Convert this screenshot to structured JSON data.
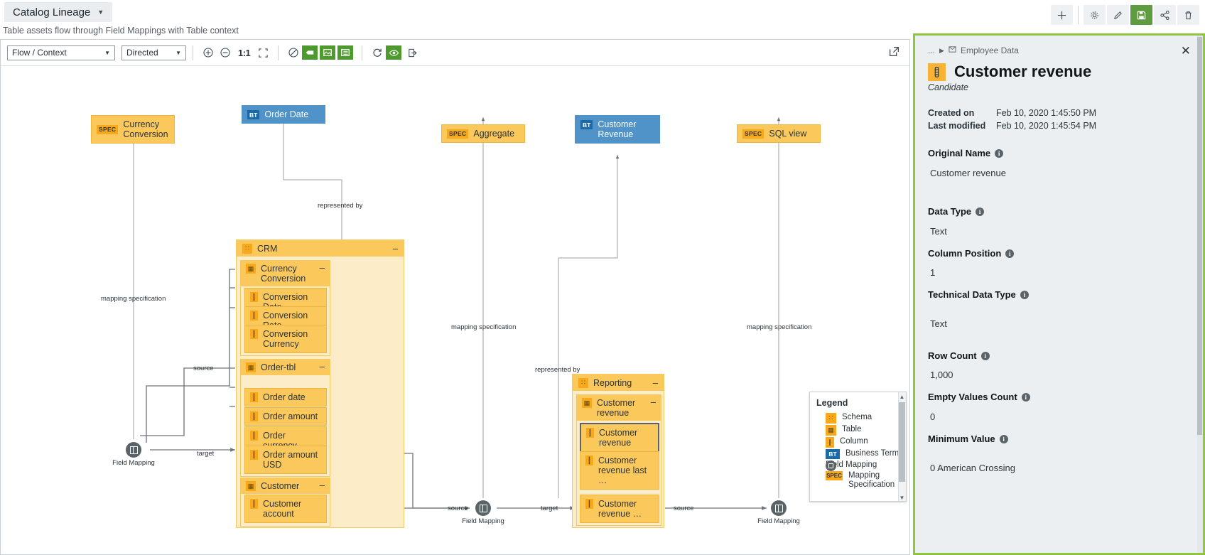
{
  "topbar": {
    "tab_label": "Catalog Lineage",
    "caret_icon": "chevron-down-icon",
    "subtitle": "Table assets flow through Field Mappings with Table context",
    "actions": [
      {
        "name": "add",
        "icon": "plus-icon",
        "glyph": "+",
        "selected": false
      },
      {
        "name": "settings",
        "icon": "gear-icon",
        "glyph": "⚙",
        "selected": false
      },
      {
        "name": "edit",
        "icon": "pencil-icon",
        "glyph": "✎",
        "selected": false
      },
      {
        "name": "save",
        "icon": "save-icon",
        "glyph": "▣",
        "selected": true
      },
      {
        "name": "share",
        "icon": "share-icon",
        "glyph": "∴",
        "selected": false
      },
      {
        "name": "delete",
        "icon": "trash-icon",
        "glyph": "Ὕ1",
        "selected": false
      }
    ]
  },
  "canvas_toolbar": {
    "flow_select": {
      "value": "Flow / Context",
      "options": [
        "Flow / Context"
      ]
    },
    "direction_select": {
      "value": "Directed",
      "options": [
        "Directed"
      ]
    },
    "zoom_in": "zoom-in-icon",
    "zoom_out": "zoom-out-icon",
    "ratio_label": "1:1",
    "fit_label": "fit-screen-icon",
    "no_filter": "no-filter-icon",
    "layer_buttons": [
      "label-layer-icon",
      "image-layer-icon",
      "list-layer-icon"
    ],
    "refresh": "refresh-icon",
    "eye": "eye-icon",
    "export": "export-icon",
    "popout": "popout-icon"
  },
  "graph": {
    "spec_badge": "SPEC",
    "bt_badge": "BT",
    "minus": "–",
    "nodes": [
      {
        "id": "spec-currency-conversion",
        "type": "spec",
        "label": "Currency Conversion"
      },
      {
        "id": "bt-order-date",
        "type": "bt",
        "label": "Order Date"
      },
      {
        "id": "spec-aggregate",
        "type": "spec",
        "label": "Aggregate"
      },
      {
        "id": "bt-customer-revenue",
        "type": "bt",
        "label": "Customer Revenue"
      },
      {
        "id": "spec-sql-view",
        "type": "spec",
        "label": "SQL view"
      }
    ],
    "schemas": [
      {
        "id": "schema-crm",
        "label": "CRM",
        "tables": [
          {
            "label": "Currency Conversion",
            "columns": [
              "Conversion Date",
              "Conversion Rate",
              "Conversion Currency"
            ]
          },
          {
            "label": "Order-tbl",
            "columns": [
              "Order date",
              "Order amount",
              "Order currency",
              "Order amount USD"
            ]
          },
          {
            "label": "Customer",
            "columns": [
              "Customer account"
            ]
          }
        ]
      },
      {
        "id": "schema-reporting",
        "label": "Reporting",
        "tables": [
          {
            "label": "Customer revenue",
            "columns": [
              "Customer revenue",
              "Customer revenue last …",
              "Customer revenue …"
            ]
          }
        ]
      }
    ],
    "field_mappings": [
      {
        "id": "fm-left",
        "label": "Field Mapping"
      },
      {
        "id": "fm-mid",
        "label": "Field Mapping"
      },
      {
        "id": "fm-right",
        "label": "Field Mapping"
      }
    ],
    "edge_labels": [
      {
        "id": "el-mapspec-1",
        "text": "mapping specification"
      },
      {
        "id": "el-mapspec-2",
        "text": "mapping specification"
      },
      {
        "id": "el-mapspec-3",
        "text": "mapping specification"
      },
      {
        "id": "el-repby-1",
        "text": "represented by"
      },
      {
        "id": "el-repby-2",
        "text": "represented by"
      },
      {
        "id": "el-source-1",
        "text": "source"
      },
      {
        "id": "el-source-2",
        "text": "source"
      },
      {
        "id": "el-source-3",
        "text": "source"
      },
      {
        "id": "el-target-1",
        "text": "target"
      },
      {
        "id": "el-target-2",
        "text": "target"
      }
    ]
  },
  "legend": {
    "title": "Legend",
    "items": [
      {
        "icon": "schema-icon",
        "glyph": "∷",
        "label": "Schema",
        "kind": "schema"
      },
      {
        "icon": "table-icon",
        "glyph": "▦",
        "label": "Table",
        "kind": "table"
      },
      {
        "icon": "column-icon",
        "glyph": "❙",
        "label": "Column",
        "kind": "column"
      },
      {
        "icon": "business-term-icon",
        "glyph": "BT",
        "label": "Business Term",
        "kind": "bt"
      },
      {
        "icon": "field-mapping-icon",
        "glyph": "",
        "label": "Field Mapping",
        "kind": "fm"
      },
      {
        "icon": "mapping-specification-icon",
        "glyph": "SPEC",
        "label": "Mapping Specification",
        "kind": "spec"
      }
    ]
  },
  "panel": {
    "breadcrumb_ellipsis": "...",
    "breadcrumb_caret": "▶",
    "breadcrumb_icon": "asset-icon",
    "breadcrumb_label": "Employee Data",
    "close_icon": "close-icon",
    "asset_icon": "column-icon",
    "title": "Customer revenue",
    "subtitle": "Candidate",
    "meta": [
      {
        "key": "Created on",
        "value": "Feb 10, 2020 1:45:50 PM"
      },
      {
        "key": "Last modified",
        "value": "Feb 10, 2020 1:45:54 PM"
      }
    ],
    "fields": [
      {
        "label": "Original Name",
        "value": "Customer revenue"
      },
      {
        "label": "Data Type",
        "value": "Text"
      },
      {
        "label": "Column Position",
        "value": "1"
      },
      {
        "label": "Technical Data Type",
        "value": "Text"
      },
      {
        "label": "Row Count",
        "value": "1,000"
      },
      {
        "label": "Empty Values Count",
        "value": "0"
      },
      {
        "label": "Minimum Value",
        "value": "0 American Crossing"
      }
    ],
    "info_glyph": "i",
    "accent_color": "#8ec73f"
  }
}
